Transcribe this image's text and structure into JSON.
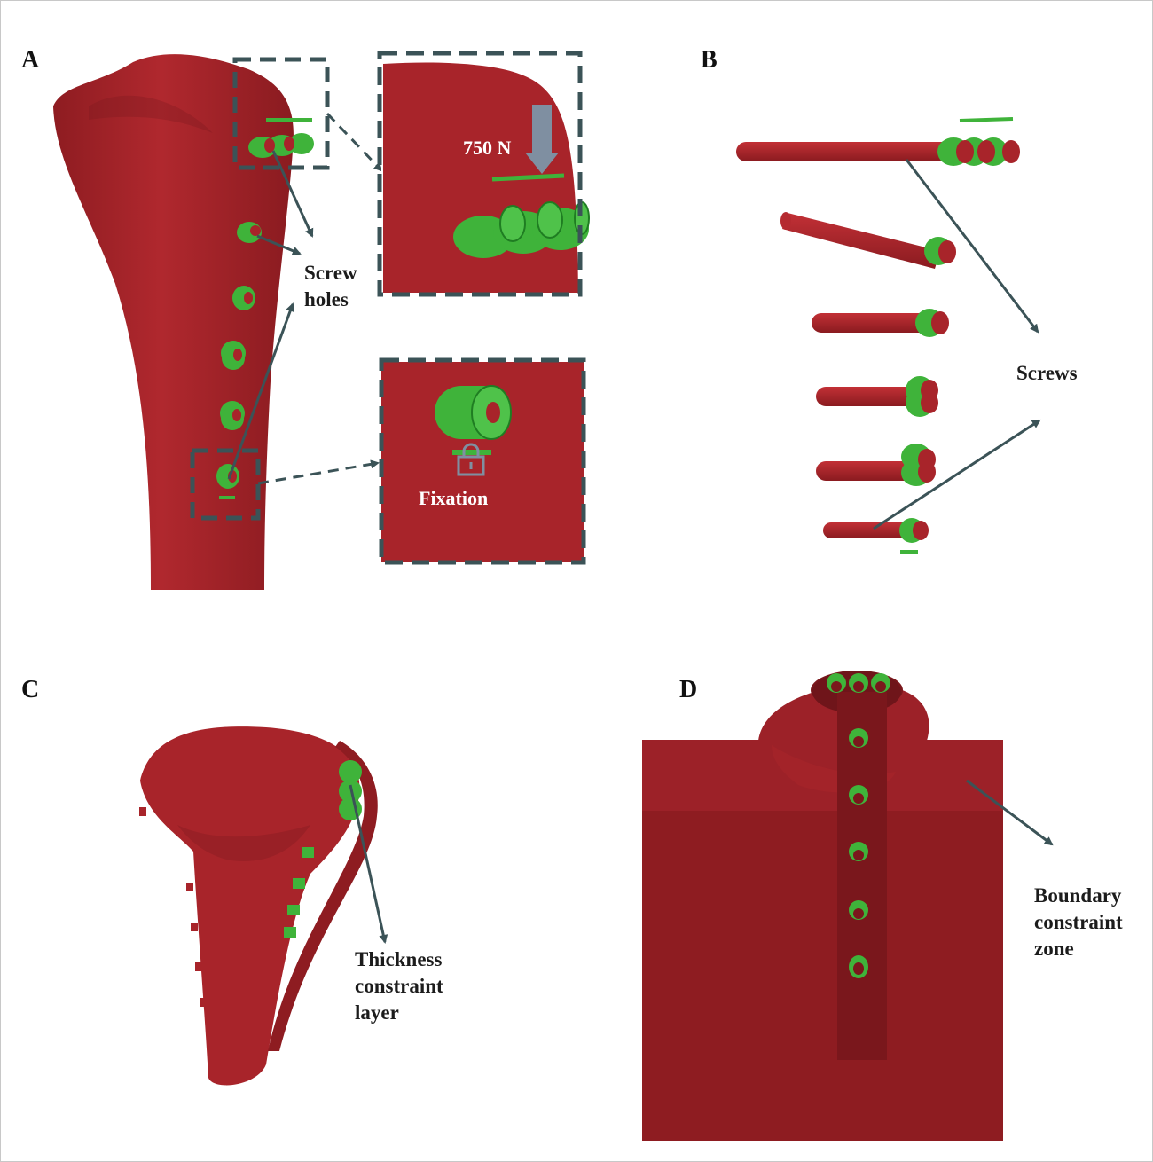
{
  "panels": {
    "a": {
      "letter": "A",
      "load": "750 N",
      "screw_holes": "Screw holes",
      "fixation": "Fixation"
    },
    "b": {
      "letter": "B",
      "screws": "Screws"
    },
    "c": {
      "letter": "C",
      "thickness": "Thickness constraint layer"
    },
    "d": {
      "letter": "D",
      "boundary": "Boundary constraint zone"
    }
  },
  "colors": {
    "bone": "#a8242a",
    "bone_dark": "#7e1a1f",
    "implant": "#3fb33a",
    "implant_dark": "#1f7d22",
    "arrow": "#3b5357",
    "load_arrow": "#7f8fa1"
  },
  "icons": {
    "load": "down-arrow-icon",
    "fixation": "lock-icon"
  }
}
